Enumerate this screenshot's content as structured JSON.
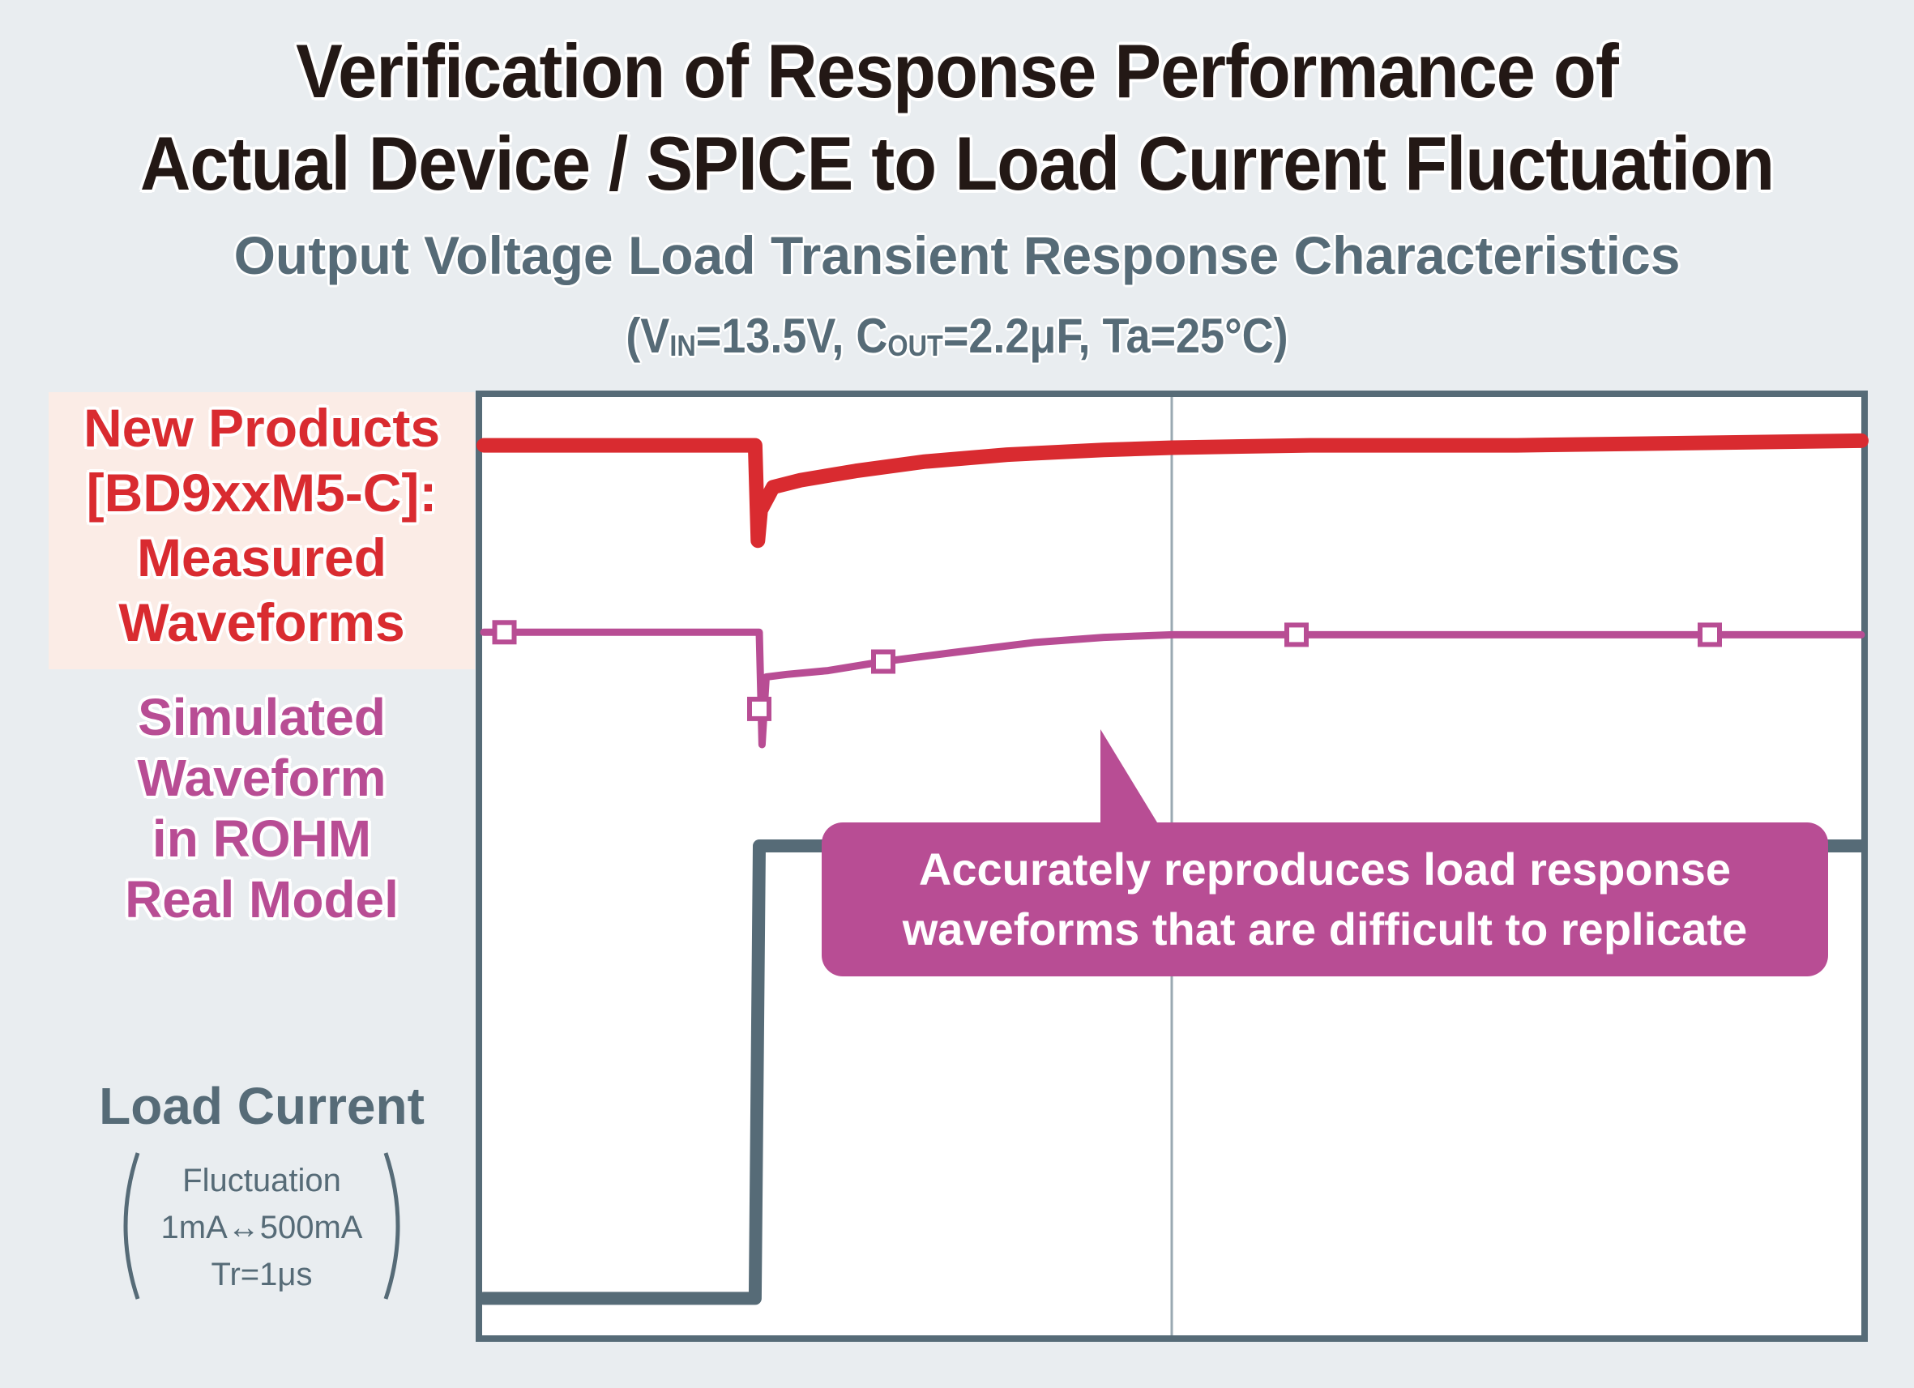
{
  "header": {
    "title_line1": "Verification of Response Performance of",
    "title_line2": "Actual Device / SPICE to Load Current Fluctuation",
    "subtitle": "Output Voltage Load Transient Response Characteristics",
    "conditions": {
      "open": "(V",
      "vin_sub": "IN",
      "vin_val": "=13.5V, C",
      "cout_sub": "OUT",
      "rest": "=2.2μF, Ta=25°C)"
    }
  },
  "labels": {
    "measured": [
      "New Products",
      "[BD9xxM5-C]:",
      "Measured",
      "Waveforms"
    ],
    "simulated": [
      "Simulated",
      "Waveform",
      "in ROHM",
      "Real Model"
    ],
    "load_current": "Load Current",
    "load_detail": [
      "Fluctuation",
      "1mA↔500mA",
      "Tr=1μs"
    ]
  },
  "callout": {
    "line1": "Accurately reproduces load response",
    "line2": "waveforms that are difficult to replicate"
  },
  "colors": {
    "measured": "#d92b30",
    "simulated": "#b84d94",
    "load_current": "#566b77",
    "frame": "#566b77",
    "gridline": "#9aa9b2",
    "background": "#e9edf0",
    "measured_label_bg": "#fbece6"
  },
  "chart_data": {
    "type": "line",
    "title": "Output Voltage Load Transient Response Characteristics",
    "xlabel": "",
    "ylabel": "",
    "x_range": [
      0,
      100
    ],
    "grid": "single vertical center line",
    "legend": "left-side labels",
    "series": [
      {
        "name": "New Products [BD9xxM5-C]: Measured Waveforms",
        "lane": [
          0,
          0.2
        ],
        "points": [
          [
            0,
            0.16
          ],
          [
            19.7,
            0.16
          ],
          [
            19.9,
            0.98
          ],
          [
            20.1,
            0.72
          ],
          [
            21,
            0.52
          ],
          [
            23,
            0.46
          ],
          [
            27,
            0.38
          ],
          [
            32,
            0.3
          ],
          [
            38,
            0.24
          ],
          [
            45,
            0.2
          ],
          [
            50,
            0.18
          ],
          [
            60,
            0.16
          ],
          [
            75,
            0.16
          ],
          [
            100,
            0.12
          ]
        ]
      },
      {
        "name": "Simulated Waveform in ROHM Real Model",
        "lane": [
          0.2,
          0.42
        ],
        "points": [
          [
            0,
            0.12
          ],
          [
            20,
            0.12
          ],
          [
            20.2,
            1.0
          ],
          [
            20.5,
            0.47
          ],
          [
            22,
            0.45
          ],
          [
            25,
            0.42
          ],
          [
            29,
            0.35
          ],
          [
            34,
            0.28
          ],
          [
            40,
            0.2
          ],
          [
            45,
            0.16
          ],
          [
            50,
            0.14
          ],
          [
            60,
            0.14
          ],
          [
            100,
            0.14
          ]
        ],
        "markers_x": [
          1.5,
          20,
          29,
          59,
          89
        ]
      },
      {
        "name": "Load Current",
        "lane": [
          0.45,
          1.0
        ],
        "unit": "mA",
        "points": [
          [
            0,
            1
          ],
          [
            19.7,
            1
          ],
          [
            20.0,
            500
          ],
          [
            100,
            500
          ]
        ],
        "y_range": [
          0,
          500
        ]
      }
    ]
  }
}
